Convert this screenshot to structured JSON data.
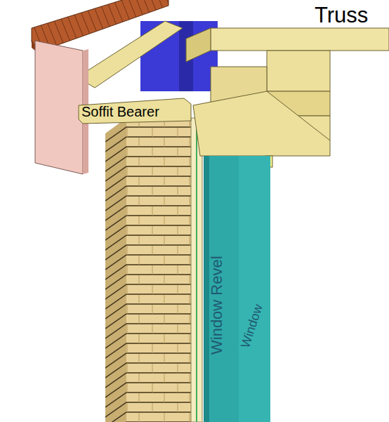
{
  "diagram": {
    "labels": [
      "Truss",
      "Soffit Bearer",
      "Window Revel",
      "Window"
    ]
  }
}
